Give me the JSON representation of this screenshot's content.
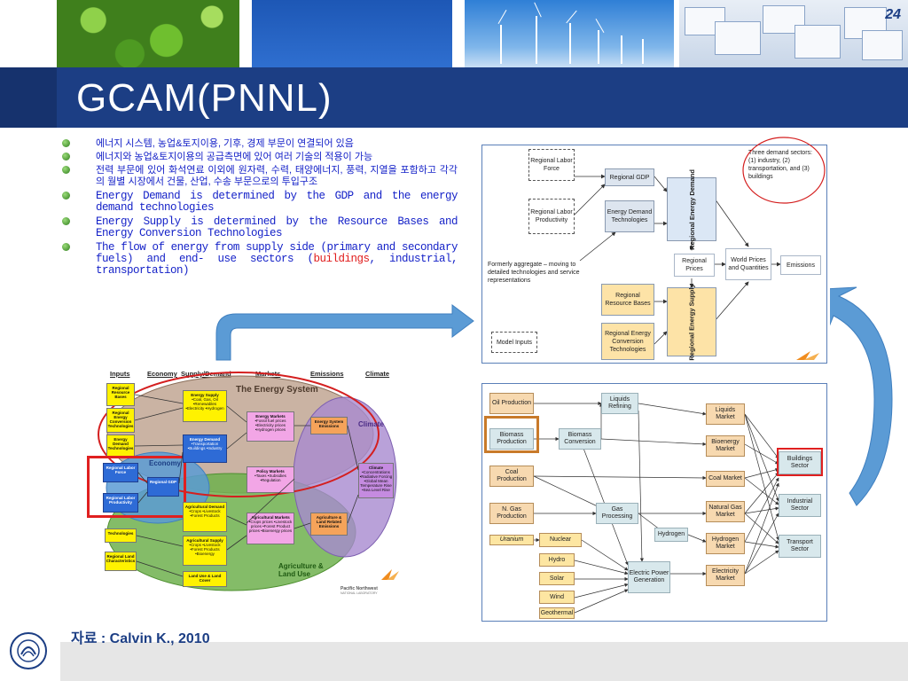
{
  "slide": {
    "number": "24",
    "title": "GCAM(PNNL)"
  },
  "bullets": [
    {
      "text": "에너지 시스템, 농업&토지이용, 기후, 경제 부문이 연결되어 있음"
    },
    {
      "text": "에너지와 농업&토지이용의 공급측면에 있어 여러 기술의 적용이 가능"
    },
    {
      "text": "전력 부문에 있어 화석연료 이외에 원자력, 수력, 태양에너지, 풍력, 지열을 포함하고 각각의 월별 시장에서 건물, 산업, 수송 부문으로의 투입구조"
    },
    {
      "text": "Energy Demand is determined by the GDP and the energy demand technologies"
    },
    {
      "text": "Energy Supply is determined by the Resource Bases and Energy Conversion Technologies"
    },
    {
      "text_before": "The flow of energy from supply side (primary and secondary fuels) and end- use sectors (",
      "highlight": "buildings",
      "text_after": ", industrial, transportation)"
    }
  ],
  "left_diagram": {
    "headers": [
      "Inputs",
      "Economy",
      "Supply/Demand",
      "Markets",
      "Emissions",
      "Climate"
    ],
    "energy_system_label": "The Energy System",
    "economy_label": "Economy",
    "climate_label": "Climate",
    "agri_label": "Agriculture & Land Use",
    "inputs": [
      "Regional Resource Bases",
      "Regional Energy Conversion Technologies",
      "Energy Demand Technologies",
      "Regional Labor Force",
      "Regional Labor Productivity",
      "Technologies",
      "Regional Land Characteristics"
    ],
    "gdp": "Regional GDP",
    "energy_supply": "Energy Supply",
    "energy_supply_items": "•Coal, Gas, Oil •Renewables •Electricity •Hydrogen",
    "energy_demand": "Energy Demand",
    "energy_demand_items": "•Transportation •Buildings •Industry",
    "energy_markets": "Energy Markets",
    "energy_markets_items": "•Fossil fuel prices •Electricity prices •Hydrogen prices",
    "energy_emissions": "Energy System Emissions",
    "policy_markets": "Policy Markets",
    "policy_items": "•Taxes •Subsidies •Regulation",
    "climate_box": "Climate",
    "climate_items": "•Concentrations •Radiative Forcing •Global Mean Temperature Rise •Sea Level Rise",
    "agri_demand": "Agricultural Demand",
    "agri_demand_items": "•Crops •Livestock •Forest Products",
    "agri_markets": "Agricultural Markets",
    "agri_markets_items": "•Crops prices •Livestock prices •Forest Product prices •Bioenergy prices",
    "agri_supply": "Agricultural Supply",
    "agri_supply_items": "•Crops •Livestock •Forest Products •Bioenergy",
    "land_emissions": "Agriculture & Land Related Emissions",
    "land_use": "Land Use & Land Cover",
    "lab": "Pacific Northwest",
    "lab_sub": "NATIONAL LABORATORY"
  },
  "rt_diagram": {
    "labor_force": "Regional Labor Force",
    "labor_productivity": "Regional Labor Productivity",
    "regional_gdp": "Regional GDP",
    "demand_tech": "Energy Demand Technologies",
    "energy_demand": "Regional Energy Demand",
    "note_circle": "Three demand sectors: (1) industry, (2) transportation, and (3) buildings",
    "regional_prices": "Regional Prices",
    "world_prices": "World Prices and Quantities",
    "emissions": "Emissions",
    "note_formerly": "Formerly aggregate – moving to detailed technologies and service representations",
    "resource_bases": "Regional Resource Bases",
    "conversion_tech": "Regional Energy Conversion Technologies",
    "energy_supply": "Regional Energy Supply",
    "model_inputs": "Model Inputs"
  },
  "rb_diagram": {
    "sources": [
      "Oil Production",
      "Biomass Production",
      "Coal Production",
      "N. Gas Production",
      "Uranium"
    ],
    "primary": [
      "Nuclear",
      "Hydro",
      "Solar",
      "Wind",
      "Geothermal"
    ],
    "conversion": [
      "Liquids Refining",
      "Biomass Conversion",
      "Gas Processing",
      "Hydrogen",
      "Electric Power Generation"
    ],
    "markets": [
      "Liquids Market",
      "Bioenergy Market",
      "Coal Market",
      "Natural Gas Market",
      "Hydrogen Market",
      "Electricity Market"
    ],
    "sectors": [
      "Buildings Sector",
      "Industrial Sector",
      "Transport Sector"
    ]
  },
  "footer": {
    "source": "자료 : Calvin K., 2010"
  },
  "colors": {
    "title_bar": "#1c3e84",
    "bullet_text": "#1522c8",
    "highlight": "#e01b1b",
    "arrow": "#5b9bd5",
    "red_frame": "#e02020"
  }
}
